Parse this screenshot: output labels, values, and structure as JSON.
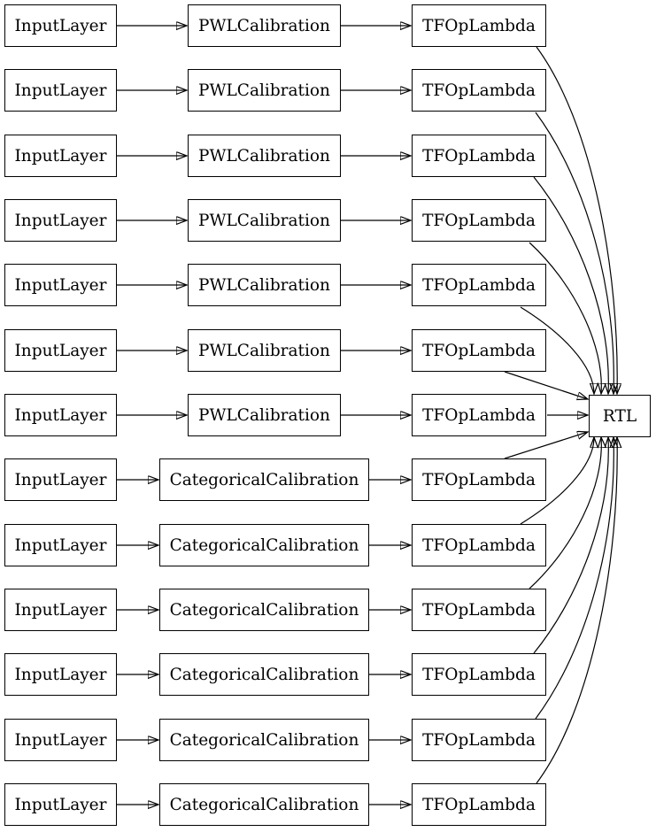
{
  "diagram": {
    "rtl_label": "RTL",
    "rows": [
      {
        "input": "InputLayer",
        "calibration": "PWLCalibration",
        "lambda": "TFOpLambda"
      },
      {
        "input": "InputLayer",
        "calibration": "PWLCalibration",
        "lambda": "TFOpLambda"
      },
      {
        "input": "InputLayer",
        "calibration": "PWLCalibration",
        "lambda": "TFOpLambda"
      },
      {
        "input": "InputLayer",
        "calibration": "PWLCalibration",
        "lambda": "TFOpLambda"
      },
      {
        "input": "InputLayer",
        "calibration": "PWLCalibration",
        "lambda": "TFOpLambda"
      },
      {
        "input": "InputLayer",
        "calibration": "PWLCalibration",
        "lambda": "TFOpLambda"
      },
      {
        "input": "InputLayer",
        "calibration": "PWLCalibration",
        "lambda": "TFOpLambda"
      },
      {
        "input": "InputLayer",
        "calibration": "CategoricalCalibration",
        "lambda": "TFOpLambda"
      },
      {
        "input": "InputLayer",
        "calibration": "CategoricalCalibration",
        "lambda": "TFOpLambda"
      },
      {
        "input": "InputLayer",
        "calibration": "CategoricalCalibration",
        "lambda": "TFOpLambda"
      },
      {
        "input": "InputLayer",
        "calibration": "CategoricalCalibration",
        "lambda": "TFOpLambda"
      },
      {
        "input": "InputLayer",
        "calibration": "CategoricalCalibration",
        "lambda": "TFOpLambda"
      },
      {
        "input": "InputLayer",
        "calibration": "CategoricalCalibration",
        "lambda": "TFOpLambda"
      }
    ],
    "edges_summary": "Each row: InputLayer -> Calibration -> TFOpLambda; all 13 TFOpLambda nodes -> RTL",
    "colors": {
      "node_border": "#000000",
      "edge": "#000000",
      "text": "#000000",
      "background": "#ffffff"
    }
  }
}
